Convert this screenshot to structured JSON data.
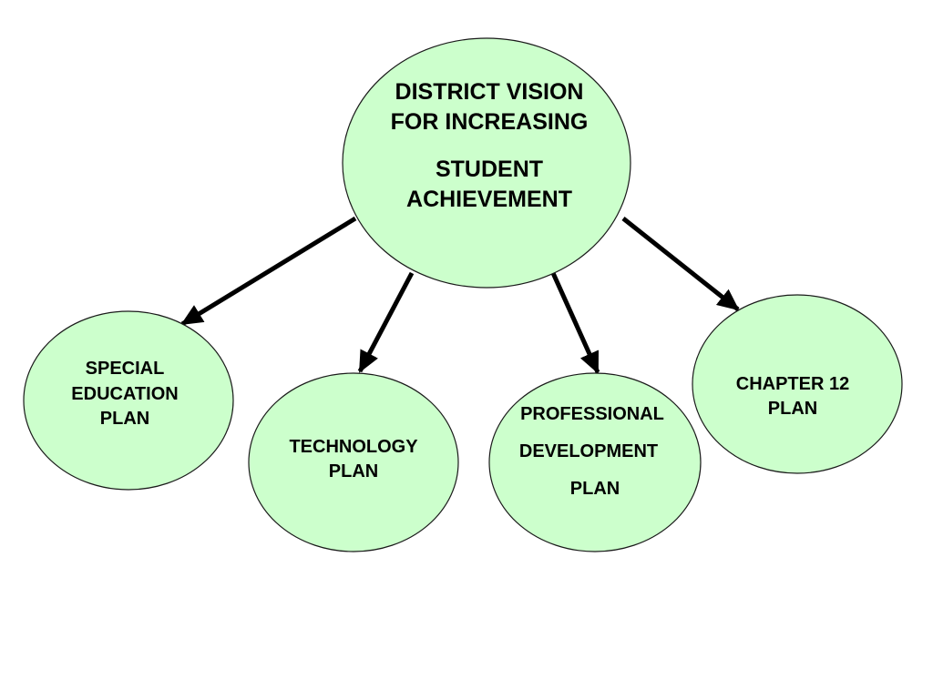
{
  "diagram": {
    "fill_color": "#ccffcc",
    "stroke_color": "#1a1a1a",
    "arrow_color": "#000000",
    "central": {
      "line1": "DISTRICT VISION",
      "line2": "FOR INCREASING",
      "line3": "STUDENT",
      "line4": "ACHIEVEMENT"
    },
    "nodes": {
      "special_education": {
        "line1": "SPECIAL",
        "line2": "EDUCATION",
        "line3": "PLAN"
      },
      "technology": {
        "line1": "TECHNOLOGY",
        "line2": "PLAN"
      },
      "professional_development": {
        "line1": "PROFESSIONAL",
        "line2": "DEVELOPMENT",
        "line3": "PLAN"
      },
      "chapter_12": {
        "line1": "CHAPTER 12",
        "line2": "PLAN"
      }
    },
    "edges": [
      {
        "from": "central",
        "to": "special_education"
      },
      {
        "from": "central",
        "to": "technology"
      },
      {
        "from": "central",
        "to": "professional_development"
      },
      {
        "from": "central",
        "to": "chapter_12"
      }
    ]
  }
}
